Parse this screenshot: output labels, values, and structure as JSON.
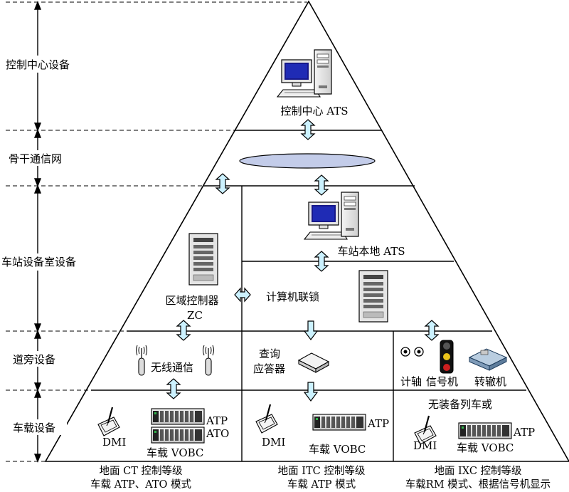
{
  "layers": [
    {
      "label": "控制中心设备"
    },
    {
      "label": "骨干通信网"
    },
    {
      "label": "车站设备室设备"
    },
    {
      "label": "道旁设备"
    },
    {
      "label": "车载设备"
    }
  ],
  "control_center": {
    "ats": "控制中心 ATS"
  },
  "station": {
    "local_ats": "车站本地 ATS",
    "zc_line1": "区域控制器",
    "zc_line2": "ZC",
    "interlocking": "计算机联锁"
  },
  "wayside": {
    "radio": "无线通信",
    "transponder_line1": "查询",
    "transponder_line2": "应答器",
    "axle_counter": "计轴",
    "signal": "信号机",
    "switch_machine": "转辙机"
  },
  "onboard": {
    "ct": {
      "dmi": "DMI",
      "atp": "ATP",
      "ato": "ATO",
      "vobc": "车载 VOBC"
    },
    "itc": {
      "dmi": "DMI",
      "atp": "ATP",
      "vobc": "车载 VOBC"
    },
    "ixc": {
      "note": "无装备列车或",
      "dmi": "DMI",
      "atp": "ATP",
      "vobc": "车载 VOBC"
    }
  },
  "footer": {
    "ct_line1": "地面 CT 控制等级",
    "ct_line2": "车载 ATP、ATO 模式",
    "itc_line1": "地面 ITC 控制等级",
    "itc_line2": "车载 ATP 模式",
    "ixc_line1": "地面 IXC 控制等级",
    "ixc_line2": "车载RM 模式、根据信号机显示"
  },
  "colors": {
    "arrow_fill": "#ccf2ff",
    "backbone": "#c3cce9",
    "line": "#000000"
  }
}
